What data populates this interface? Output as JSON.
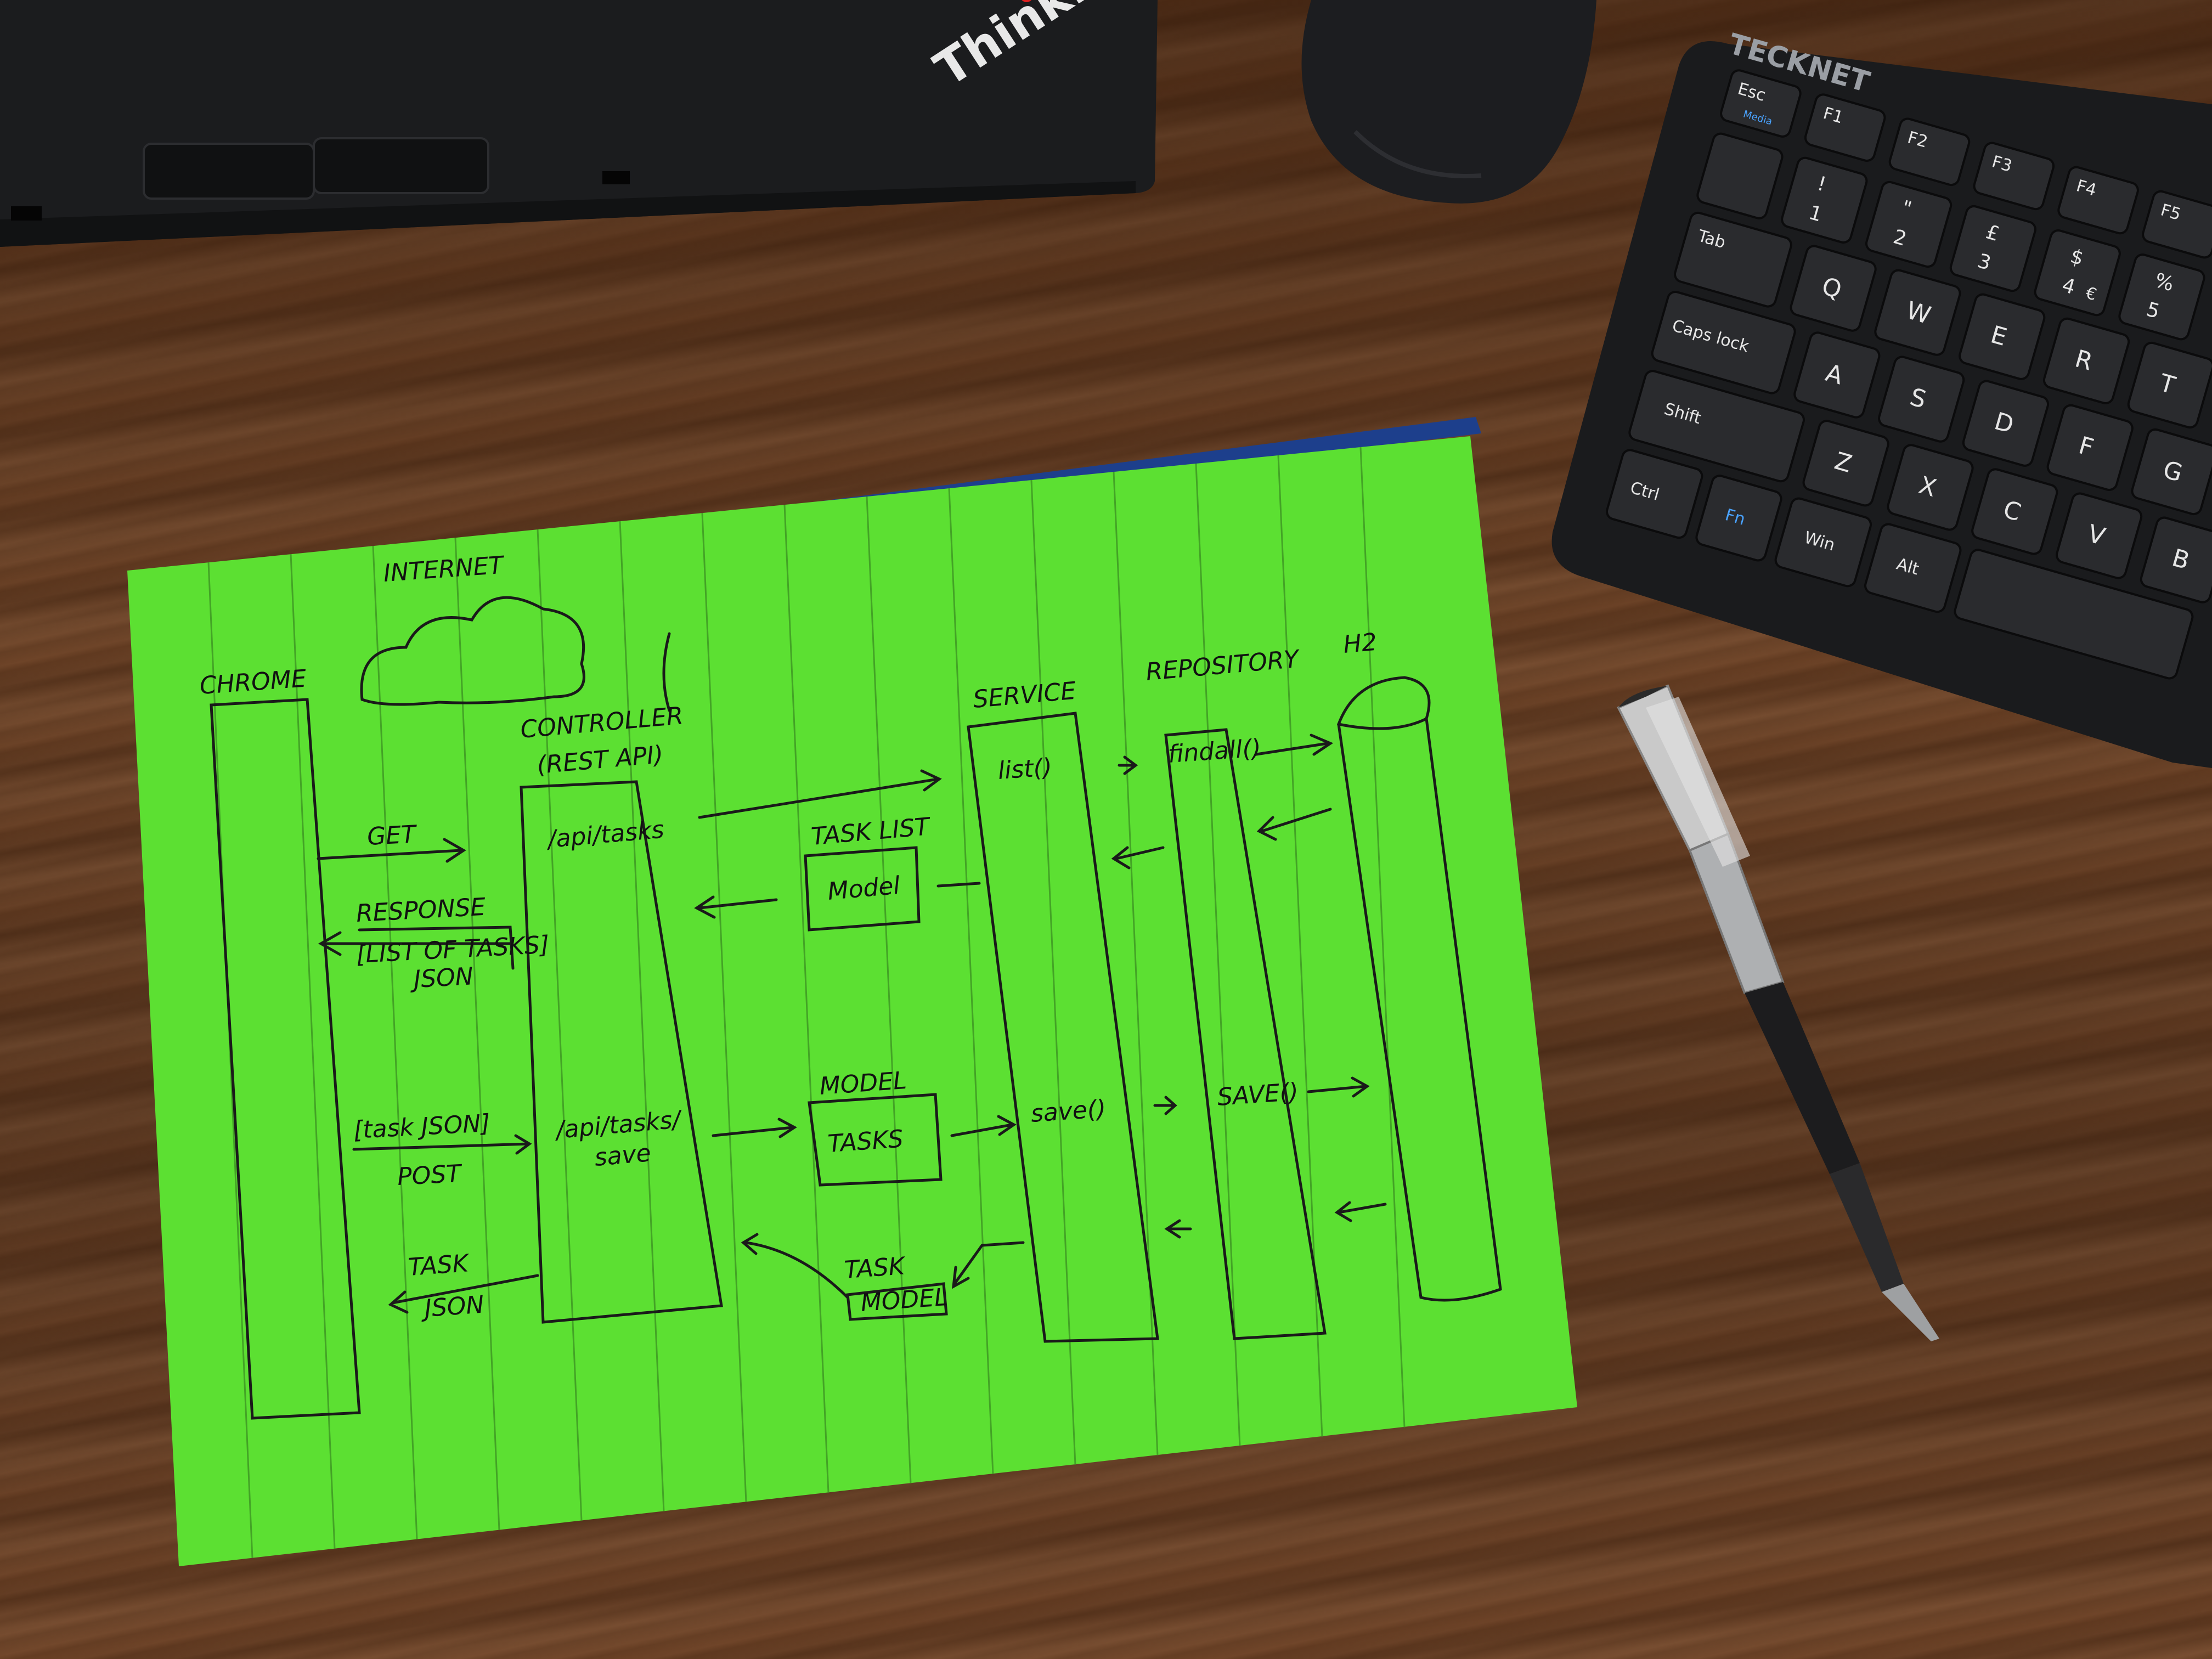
{
  "laptop": {
    "brand": "ThinkPad"
  },
  "keyboard": {
    "brand": "TECKNET",
    "keys": {
      "esc": "Esc",
      "esc_sub": "Media",
      "f1": "F1",
      "f2": "F2",
      "f3": "F3",
      "f4": "F4",
      "f5": "F5",
      "n1": "1",
      "n1_top": "!",
      "n2": "2",
      "n2_top": "\"",
      "n3": "3",
      "n3_top": "£",
      "n4": "4",
      "n4_top": "$",
      "n4_alt": "€",
      "n5": "5",
      "n5_top": "%",
      "tab": "Tab",
      "q": "Q",
      "w": "W",
      "e": "E",
      "r": "R",
      "t": "T",
      "caps": "Caps lock",
      "a": "A",
      "s": "S",
      "d": "D",
      "f": "F",
      "g": "G",
      "shift": "Shift",
      "z": "Z",
      "x": "X",
      "c": "C",
      "v": "V",
      "b": "B",
      "ctrl": "Ctrl",
      "fn": "Fn",
      "win": "Win",
      "alt": "Alt"
    }
  },
  "diagram": {
    "internet": "INTERNET",
    "chrome": "CHROME",
    "controller": "CONTROLLER",
    "controller_sub": "(REST API)",
    "service": "SERVICE",
    "repository": "REPOSITORY",
    "h2": "H2",
    "get": "GET",
    "response": "RESPONSE",
    "list_of_tasks": "[LIST OF TASKS]",
    "json": "JSON",
    "api_tasks": "/api/tasks",
    "task_list": "TASK LIST",
    "model_lower": "Model",
    "list_call": "list()",
    "findall_call": "findall()",
    "task_json_bracket": "[task JSON]",
    "post": "POST",
    "api_tasks_save_1": "/api/tasks/",
    "api_tasks_save_2": "save",
    "model_upper": "MODEL",
    "tasks": "TASKS",
    "save_call": "save()",
    "save_call_upper": "SAVE()",
    "task_upper": "TASK",
    "json_upper": "JSON",
    "model_label": "MODEL"
  }
}
